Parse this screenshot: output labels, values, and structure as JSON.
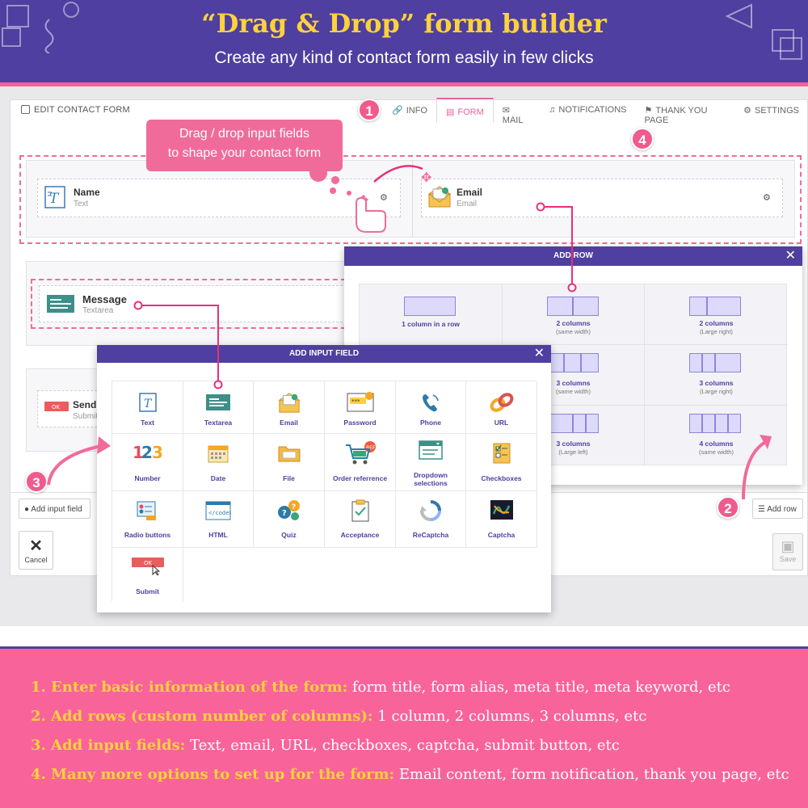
{
  "header": {
    "title": "“Drag & Drop” form builder",
    "subtitle": "Create any kind of contact form easily in few clicks"
  },
  "editor": {
    "edit_label": "EDIT CONTACT FORM",
    "tabs": [
      {
        "label": "INFO",
        "icon": "link-icon",
        "active": false
      },
      {
        "label": "FORM",
        "icon": "form-icon",
        "active": true
      },
      {
        "label": "MAIL",
        "icon": "envelope-icon",
        "active": false
      },
      {
        "label": "NOTIFICATIONS",
        "icon": "bell-icon",
        "active": false
      },
      {
        "label": "THANK YOU PAGE",
        "icon": "flag-icon",
        "active": false
      },
      {
        "label": "SETTINGS",
        "icon": "gear-icon",
        "active": false
      }
    ],
    "tooltip_line1": "Drag / drop input fields",
    "tooltip_line2": "to shape your contact form",
    "fields": {
      "name": {
        "label": "Name",
        "type": "Text"
      },
      "email": {
        "label": "Email",
        "type": "Email"
      },
      "message": {
        "label": "Message",
        "type": "Textarea"
      },
      "send": {
        "label": "Send",
        "type": "Submit"
      }
    },
    "buttons": {
      "add_input_field": "Add input field",
      "add_row": "Add row",
      "cancel": "Cancel",
      "save": "Save"
    },
    "badges": [
      "1",
      "2",
      "3",
      "4"
    ]
  },
  "add_row_dialog": {
    "title": "ADD ROW",
    "options": [
      {
        "label": "1 column in a row",
        "sub": ""
      },
      {
        "label": "2 columns",
        "sub": "(same width)"
      },
      {
        "label": "2 columns",
        "sub": "(Large right)"
      },
      {
        "label": "3 columns",
        "sub": "(same width)"
      },
      {
        "label": "3 columns",
        "sub": "(Large right)"
      },
      {
        "label": "3 columns",
        "sub": "(Large left)"
      },
      {
        "label": "4 columns",
        "sub": "(same width)"
      }
    ]
  },
  "add_input_dialog": {
    "title": "ADD INPUT FIELD",
    "items": [
      {
        "label": "Text",
        "icon": "text-field-icon"
      },
      {
        "label": "Textarea",
        "icon": "textarea-icon"
      },
      {
        "label": "Email",
        "icon": "email-icon"
      },
      {
        "label": "Password",
        "icon": "password-icon"
      },
      {
        "label": "Phone",
        "icon": "phone-icon"
      },
      {
        "label": "URL",
        "icon": "link-chain-icon"
      },
      {
        "label": "Number",
        "icon": "number-icon"
      },
      {
        "label": "Date",
        "icon": "calendar-icon"
      },
      {
        "label": "File",
        "icon": "folder-icon"
      },
      {
        "label": "Order referrence",
        "icon": "cart-icon"
      },
      {
        "label": "Dropdown selections",
        "icon": "dropdown-icon"
      },
      {
        "label": "Checkboxes",
        "icon": "checkbox-icon"
      },
      {
        "label": "Radio buttons",
        "icon": "radio-icon"
      },
      {
        "label": "HTML",
        "icon": "code-icon"
      },
      {
        "label": "Quiz",
        "icon": "quiz-icon"
      },
      {
        "label": "Acceptance",
        "icon": "acceptance-icon"
      },
      {
        "label": "ReCaptcha",
        "icon": "recaptcha-icon"
      },
      {
        "label": "Captcha",
        "icon": "captcha-icon"
      },
      {
        "label": "Submit",
        "icon": "submit-icon"
      }
    ]
  },
  "footer": {
    "lines": [
      {
        "head": "1. Enter basic information of the form:",
        "body": "form title, form alias, meta title, meta keyword, etc"
      },
      {
        "head": "2. Add rows (custom number of columns):",
        "body": "1 column, 2 columns, 3 columns, etc"
      },
      {
        "head": "3. Add input fields:",
        "body": "Text, email, URL, checkboxes, captcha, submit button, etc"
      },
      {
        "head": "4. Many more options to set up for the form:",
        "body": "Email content, form notification, thank you page, etc"
      }
    ]
  },
  "colors": {
    "brand_purple": "#4e3fa0",
    "accent_pink": "#f06b9a",
    "highlight_yellow": "#ffd23c"
  }
}
